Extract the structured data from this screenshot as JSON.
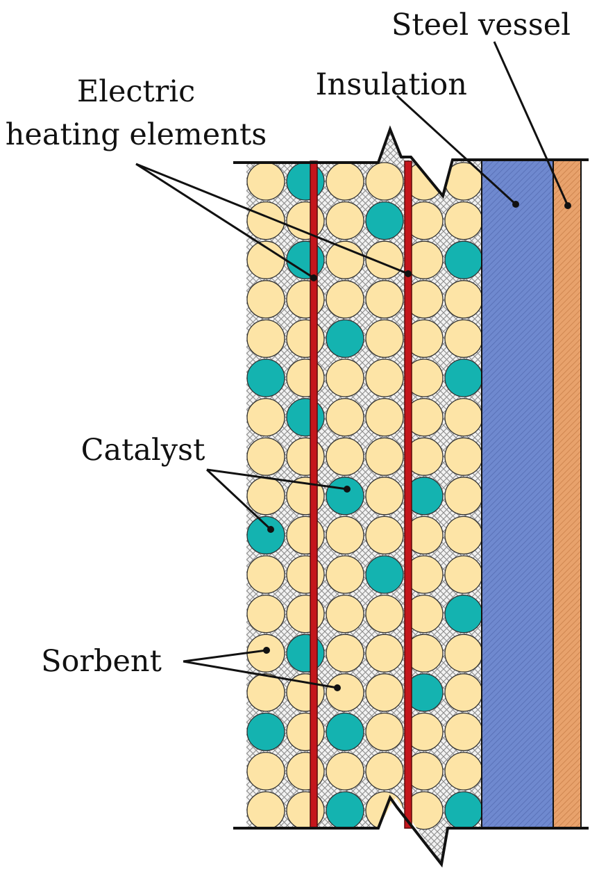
{
  "labels": {
    "steel_vessel": "Steel vessel",
    "insulation": "Insulation",
    "electric_line1": "Electric",
    "electric_line2": "heating elements",
    "catalyst": "Catalyst",
    "sorbent": "Sorbent"
  },
  "colors": {
    "sorbent": "#fde4a6",
    "catalyst": "#14b3b0",
    "heater": "#c4161c",
    "insulation": "#6f89cf",
    "steel": "#e8a26c",
    "outline": "#111111",
    "mesh": "#9a9a9a"
  },
  "bed": {
    "rows": 17,
    "cols": 6,
    "catalyst_cells": [
      [
        0,
        1
      ],
      [
        1,
        3
      ],
      [
        2,
        1
      ],
      [
        2,
        5
      ],
      [
        4,
        2
      ],
      [
        5,
        0
      ],
      [
        5,
        5
      ],
      [
        6,
        1
      ],
      [
        8,
        2
      ],
      [
        8,
        4
      ],
      [
        9,
        0
      ],
      [
        10,
        3
      ],
      [
        11,
        5
      ],
      [
        12,
        1
      ],
      [
        13,
        4
      ],
      [
        14,
        0
      ],
      [
        14,
        2
      ],
      [
        16,
        2
      ],
      [
        16,
        5
      ]
    ]
  },
  "components": [
    "sorbent",
    "catalyst",
    "electric-heating-element",
    "insulation",
    "steel-vessel"
  ]
}
